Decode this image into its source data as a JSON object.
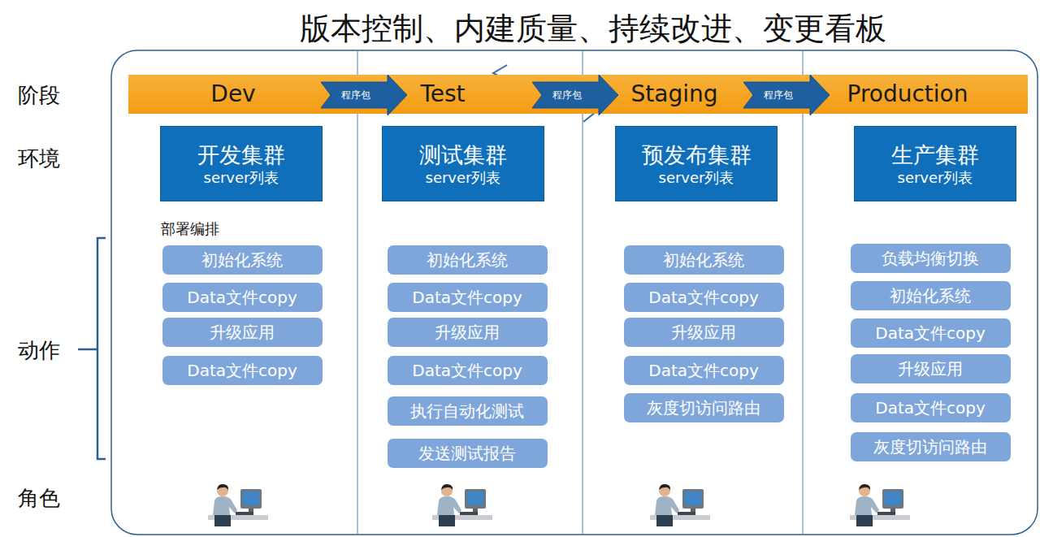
{
  "diagram": {
    "title": "版本控制、内建质量、持续改进、变更看板",
    "nodes": [
      {
        "text": [
          "Dev",
          "Test",
          "Staging",
          "Production"
        ]
      },
      {
        "text": [
          "程序包"
        ],
        "in": 0
      },
      {
        "text": [
          "程序包"
        ],
        "in": 0
      },
      {
        "text": [
          "程序包"
        ],
        "in": 0
      },
      {
        "text": [
          "开发集群",
          "server列表"
        ]
      },
      {
        "text": [
          "初始化系统"
        ]
      },
      {
        "text": [
          "Data文件copy"
        ]
      },
      {
        "text": [
          "升级应用"
        ]
      },
      {
        "text": [
          "Data文件copy"
        ]
      },
      {
        "text": [
          "测试集群",
          "server列表"
        ]
      },
      {
        "text": [
          "初始化系统"
        ]
      },
      {
        "text": [
          "Data文件copy"
        ]
      },
      {
        "text": [
          "升级应用"
        ]
      },
      {
        "text": [
          "Data文件copy"
        ]
      },
      {
        "text": [
          "执行自动化测试"
        ]
      },
      {
        "text": [
          "发送测试报告"
        ]
      },
      {
        "text": [
          "预发布集群",
          "server列表"
        ]
      },
      {
        "text": [
          "初始化系统"
        ]
      },
      {
        "text": [
          "Data文件copy"
        ]
      },
      {
        "text": [
          "升级应用"
        ]
      },
      {
        "text": [
          "Data文件copy"
        ]
      },
      {
        "text": [
          "灰度切访问路由"
        ]
      },
      {
        "text": [
          "生产集群",
          "server列表"
        ]
      },
      {
        "text": [
          "负载均衡切换"
        ]
      },
      {
        "text": [
          "初始化系统"
        ]
      },
      {
        "text": [
          "Data文件copy"
        ]
      },
      {
        "text": [
          "升级应用"
        ]
      },
      {
        "text": [
          "Data文件copy"
        ]
      },
      {
        "text": [
          "灰度切访问路由"
        ]
      }
    ],
    "labels": [
      "阶段",
      "环境",
      "部署编排",
      "动作",
      "角色"
    ]
  }
}
